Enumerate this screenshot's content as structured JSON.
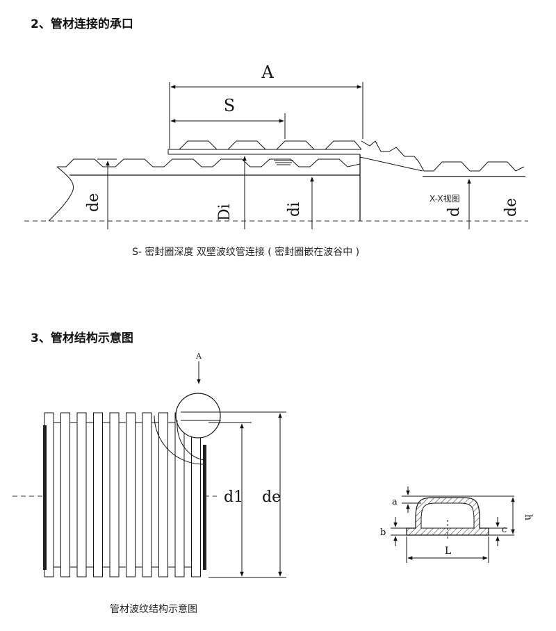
{
  "section2": {
    "heading": "2、管材连接的承口",
    "caption": "S- 密封圈深度  双壁波纹管连接 ( 密封圈嵌在波谷中 )",
    "labels": {
      "A": "A",
      "S": "S",
      "de_left": "de",
      "Di": "Di",
      "di": "di",
      "view": "X-X视图",
      "d_right": "d",
      "de_right": "de"
    }
  },
  "section3": {
    "heading": "3、管材结构示意图",
    "caption": "管材波纹结构示意图",
    "labels": {
      "A_small": "A",
      "d1": "d1",
      "de": "de",
      "a": "a",
      "b": "b",
      "c": "c",
      "h": "h",
      "L": "L"
    }
  }
}
